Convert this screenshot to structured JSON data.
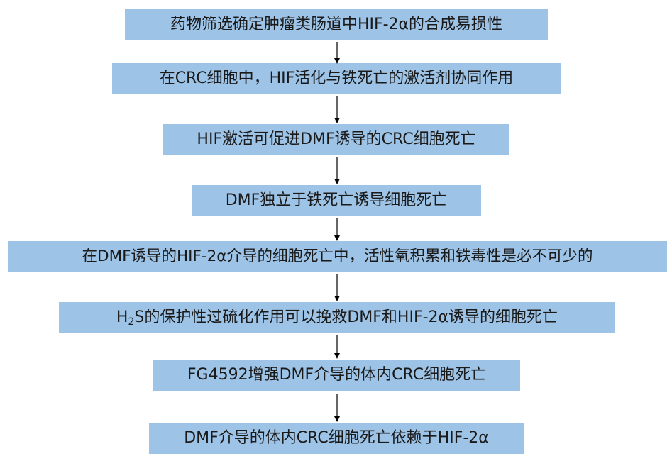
{
  "flow": {
    "steps": [
      {
        "text": "药物筛选确定肿瘤类肠道中HIF-2α的合成易损性"
      },
      {
        "text": "在CRC细胞中，HIF活化与铁死亡的激活剂协同作用"
      },
      {
        "text": "HIF激活可促进DMF诱导的CRC细胞死亡"
      },
      {
        "text": "DMF独立于铁死亡诱导细胞死亡"
      },
      {
        "text": "在DMF诱导的HIF-2α介导的细胞死亡中，活性氧积累和铁毒性是必不可少的"
      },
      {
        "prefix": "H",
        "sub": "2",
        "rest": "S的保护性过硫化作用可以挽救DMF和HIF-2α诱导的细胞死亡"
      },
      {
        "text": "FG4592增强DMF介导的体内CRC细胞死亡"
      },
      {
        "text": "DMF介导的体内CRC细胞死亡依赖于HIF-2α"
      }
    ]
  },
  "colors": {
    "box_fill": "#9dc3e6",
    "arrow": "#000000",
    "divider": "#b0b0b0"
  },
  "icons": {
    "arrow": "down-arrow"
  }
}
